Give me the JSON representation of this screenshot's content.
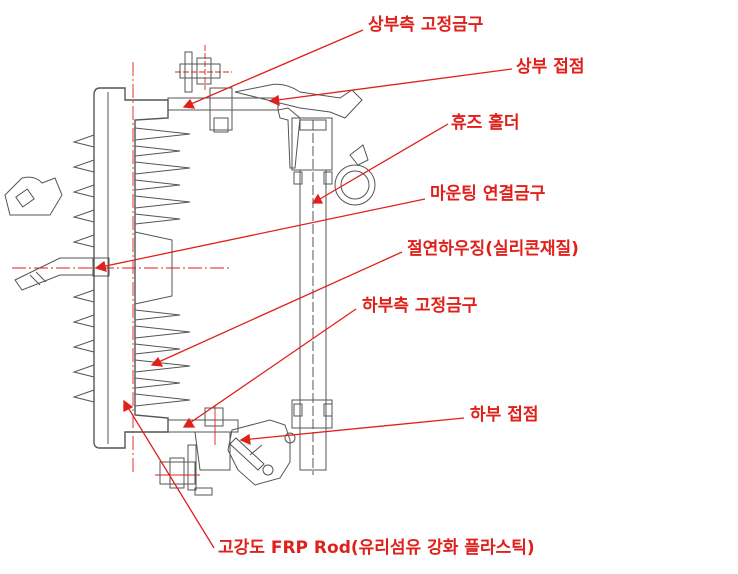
{
  "colors": {
    "annotation": "#e0201b",
    "drawing": "#555555",
    "background": "#ffffff"
  },
  "labels": {
    "upper_fixing": "상부측 고정금구",
    "upper_contact": "상부 접점",
    "fuse_holder": "휴즈 홀더",
    "mounting": "마운팅 연결금구",
    "insulation_housing": "절연하우징(실리콘재질)",
    "lower_fixing": "하부측 고정금구",
    "lower_contact": "하부 접점",
    "frp_rod": "고강도 FRP Rod(유리섬유 강화 플라스틱)"
  }
}
